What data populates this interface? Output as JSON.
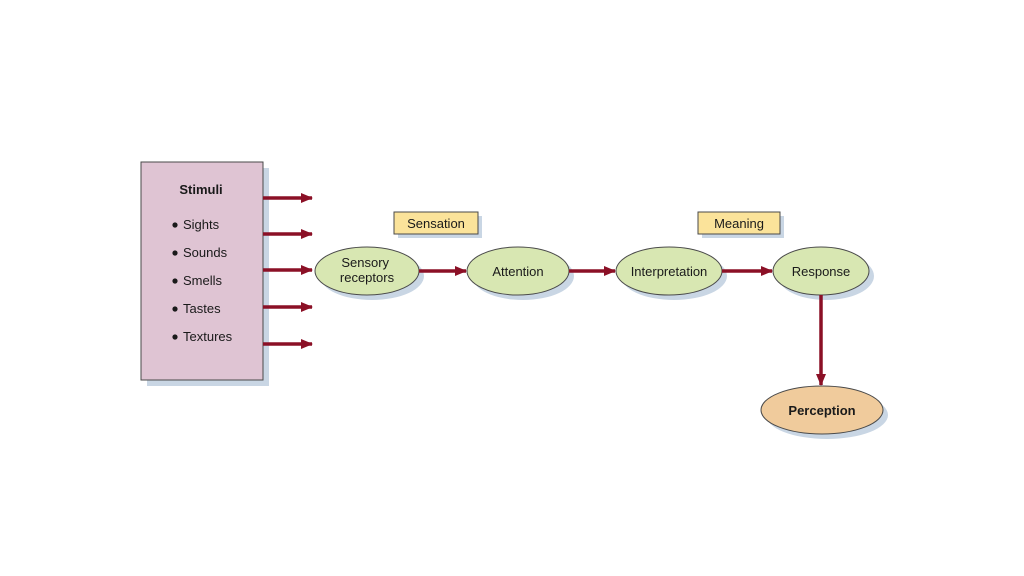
{
  "colors": {
    "stimuli_fill": "#dfc4d3",
    "node_fill": "#d8e7b2",
    "perception_fill": "#f0cb9c",
    "label_fill": "#fbe39a",
    "arrow": "#8b1026",
    "shadow": "#c9d6e4",
    "stroke": "#4a4a4a"
  },
  "stimuli": {
    "title": "Stimuli",
    "items": [
      "Sights",
      "Sounds",
      "Smells",
      "Tastes",
      "Textures"
    ]
  },
  "nodes": {
    "sensory_line1": "Sensory",
    "sensory_line2": "receptors",
    "attention": "Attention",
    "interpretation": "Interpretation",
    "response": "Response",
    "perception": "Perception"
  },
  "labels": {
    "sensation": "Sensation",
    "meaning": "Meaning"
  }
}
